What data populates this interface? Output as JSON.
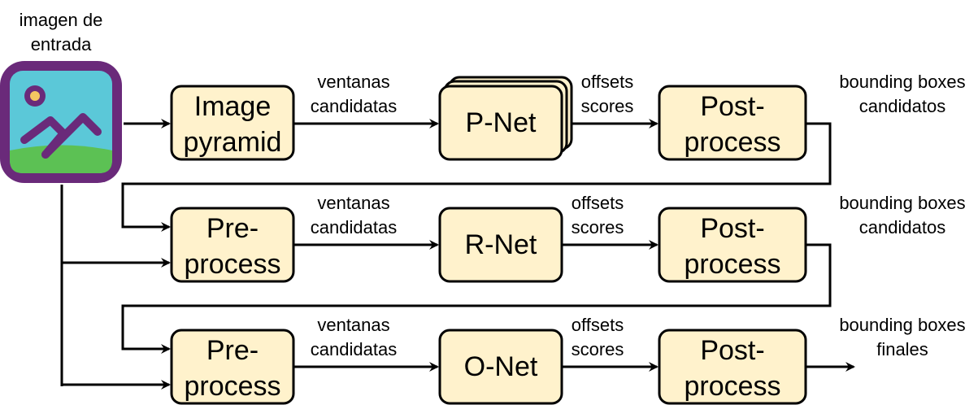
{
  "input_label": [
    "imagen de",
    "entrada"
  ],
  "rows": [
    {
      "pre": [
        "Image",
        "pyramid"
      ],
      "edge1": [
        "ventanas",
        "candidatas"
      ],
      "net": "P-Net",
      "edge2": [
        "offsets",
        "scores"
      ],
      "post": [
        "Post-",
        "process"
      ],
      "out": [
        "bounding boxes",
        "candidatos"
      ]
    },
    {
      "pre": [
        "Pre-",
        "process"
      ],
      "edge1": [
        "ventanas",
        "candidatas"
      ],
      "net": "R-Net",
      "edge2": [
        "offsets",
        "scores"
      ],
      "post": [
        "Post-",
        "process"
      ],
      "out": [
        "bounding boxes",
        "candidatos"
      ]
    },
    {
      "pre": [
        "Pre-",
        "process"
      ],
      "edge1": [
        "ventanas",
        "candidatas"
      ],
      "net": "O-Net",
      "edge2": [
        "offsets",
        "scores"
      ],
      "post": [
        "Post-",
        "process"
      ],
      "out": [
        "bounding boxes",
        "finales"
      ]
    }
  ],
  "colors": {
    "box_fill": "#fff2cc",
    "icon_frame": "#6a2a7a",
    "icon_sky": "#5bc8d8",
    "icon_ground": "#5cc154",
    "icon_sun": "#f5c561",
    "icon_mountain": "#6a2a7a"
  }
}
